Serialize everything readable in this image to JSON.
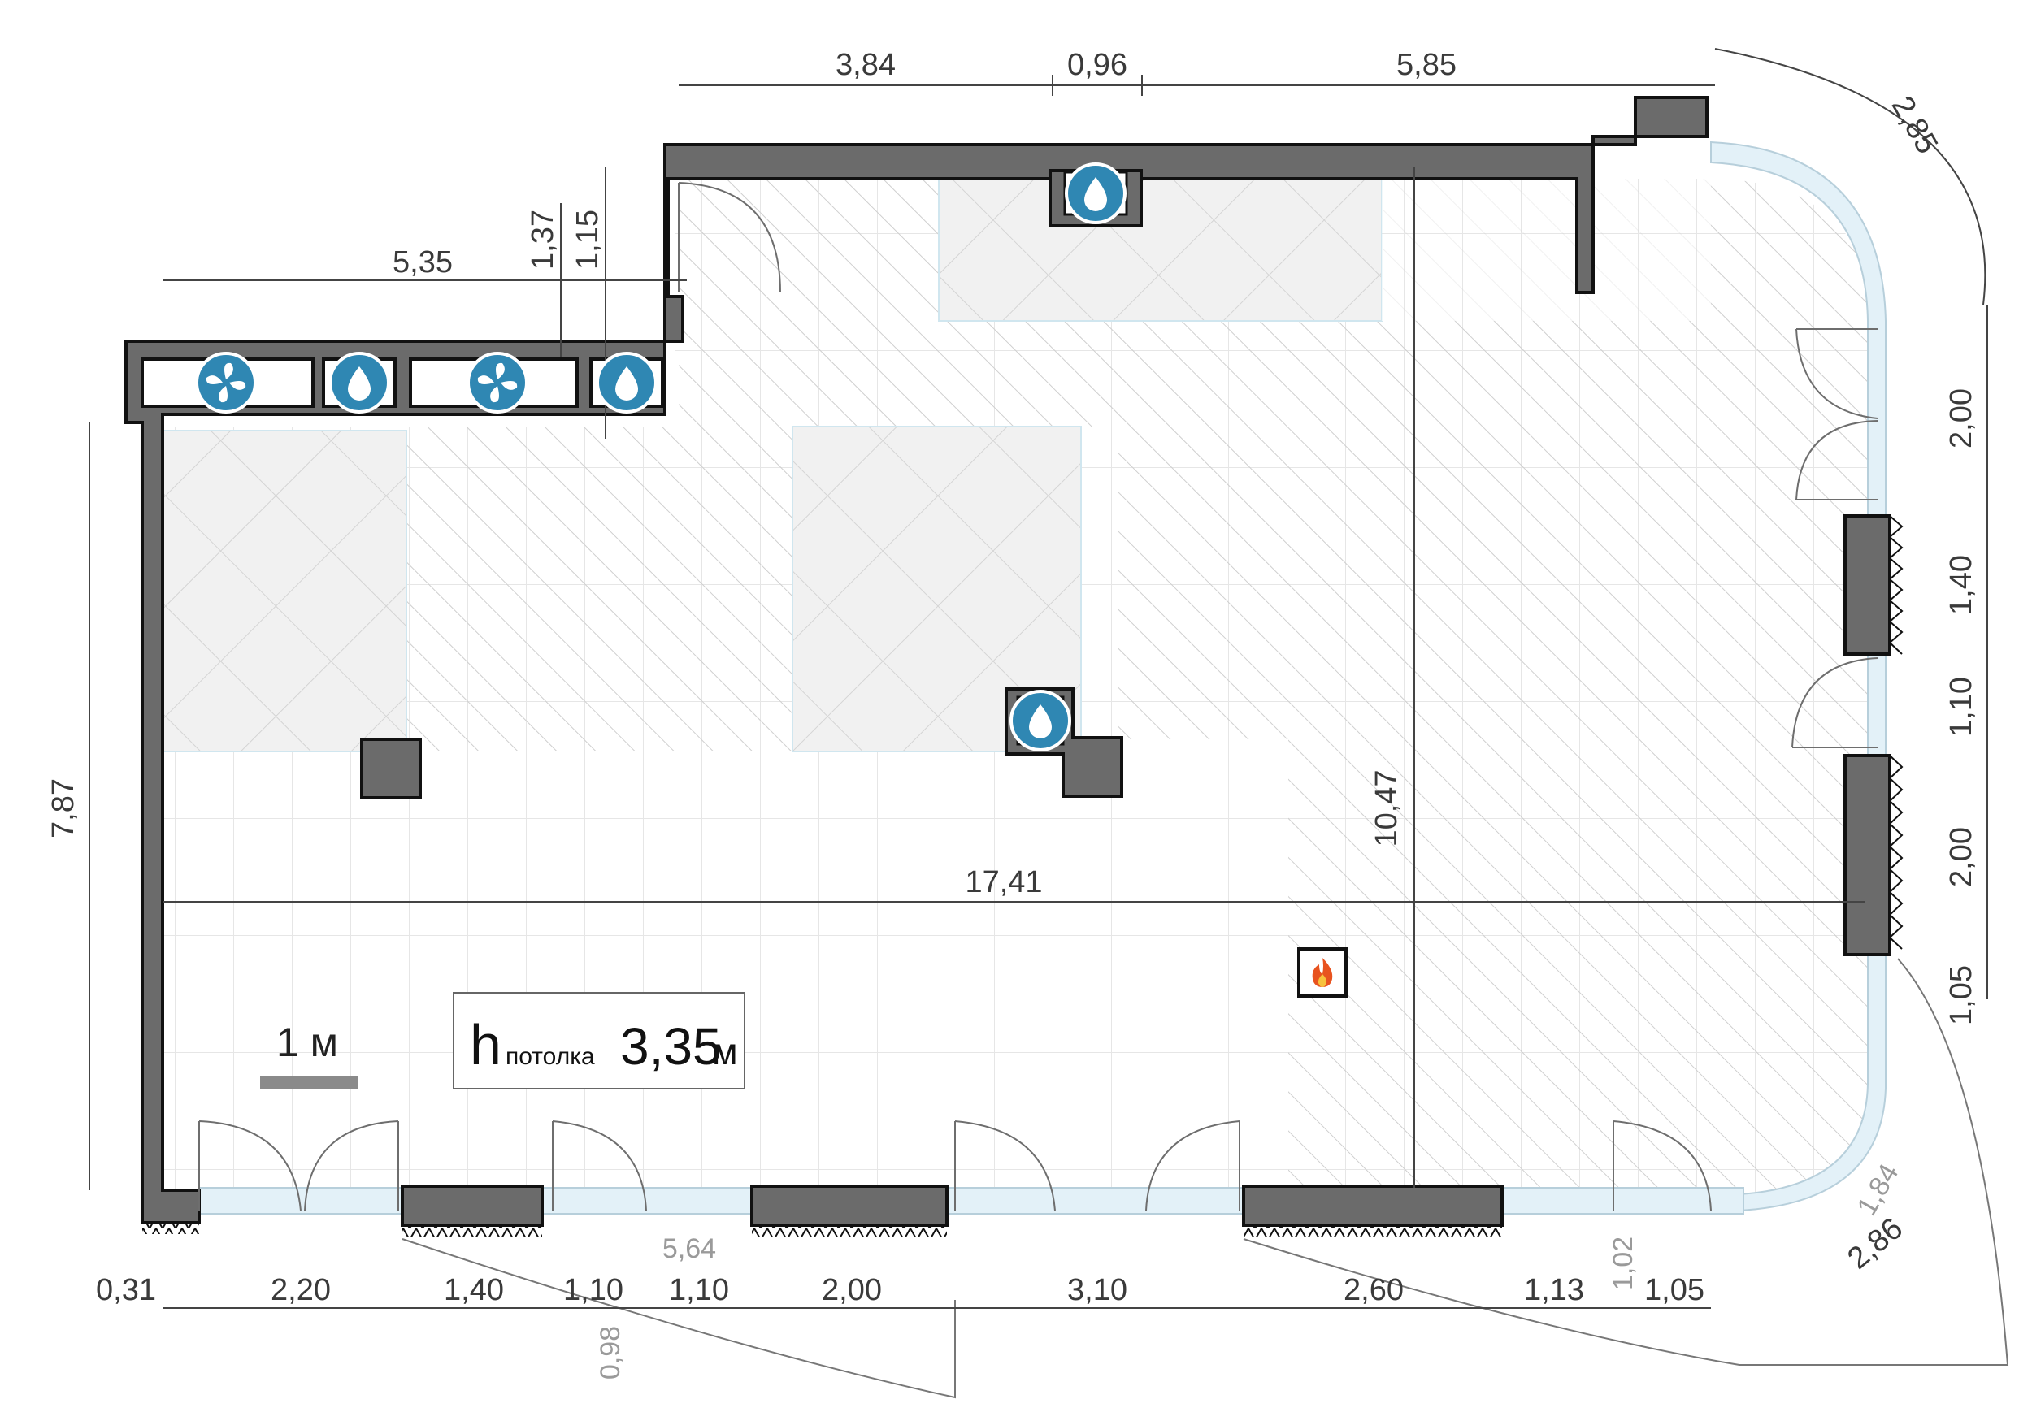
{
  "dimensions": {
    "top_1": "3,84",
    "top_2": "0,96",
    "top_3": "5,85",
    "corner_top": "2,85",
    "left_wing": "5,35",
    "notch_1": "1,37",
    "notch_2": "1,15",
    "left_height": "7,87",
    "total_width": "17,41",
    "total_depth": "10,47",
    "right_1": "2,00",
    "right_2": "1,40",
    "right_3": "1,10",
    "right_4": "2,00",
    "right_5": "1,05",
    "bottom_1": "0,31",
    "bottom_2": "2,20",
    "bottom_3": "1,40",
    "bottom_4": "1,10",
    "bottom_5": "1,10",
    "bottom_6": "2,00",
    "bottom_7": "3,10",
    "bottom_8": "2,60",
    "bottom_9": "1,13",
    "bottom_10": "1,05",
    "terrace_1": "5,64",
    "terrace_2": "0,98",
    "terrace_3": "1,02",
    "terrace_4": "1,84",
    "terrace_5": "2,86"
  },
  "scale": {
    "label": "1 м"
  },
  "ceiling": {
    "h": "h",
    "word": "потолка",
    "value": "3,35",
    "unit": "м"
  },
  "icons": {
    "water": "water-drop-icon",
    "ventilation": "fan-icon",
    "fireplace": "fire-icon"
  },
  "colors": {
    "wall": "#6b6b6b",
    "glass": "#e3f1f8",
    "icon": "#2f87b3",
    "fire": "#e8531f"
  }
}
